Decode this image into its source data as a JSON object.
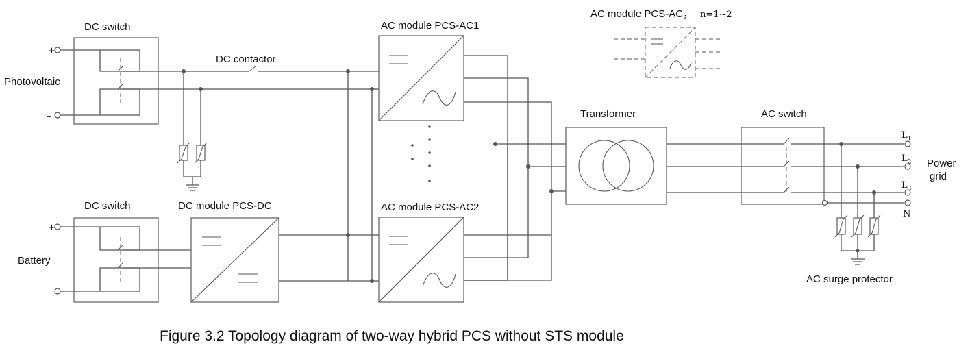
{
  "labels": {
    "dc_switch_top": "DC switch",
    "dc_switch_bottom": "DC switch",
    "dc_contactor": "DC contactor",
    "photovoltaic": "Photovoltaic",
    "battery": "Battery",
    "dc_module": "DC module PCS-DC",
    "ac_module_1": "AC module PCS-AC1",
    "ac_module_2": "AC module PCS-AC2",
    "ac_module_legend": "AC module PCS-AC，",
    "ac_module_legend_n": "n=1~2",
    "transformer": "Transformer",
    "ac_switch": "AC switch",
    "power_grid_line1": "Power",
    "power_grid_line2": "grid",
    "ac_surge_protector": "AC surge protector",
    "plus_pv": "+",
    "minus_pv": "–",
    "plus_batt": "+",
    "minus_batt": "–",
    "L1_main": "L",
    "L1_sub": "1",
    "L2_main": "L",
    "L2_sub": "2",
    "L3_main": "L",
    "L3_sub": "3",
    "N": "N"
  },
  "caption": "Figure 3.2 Topology diagram of two-way hybrid PCS without STS module"
}
